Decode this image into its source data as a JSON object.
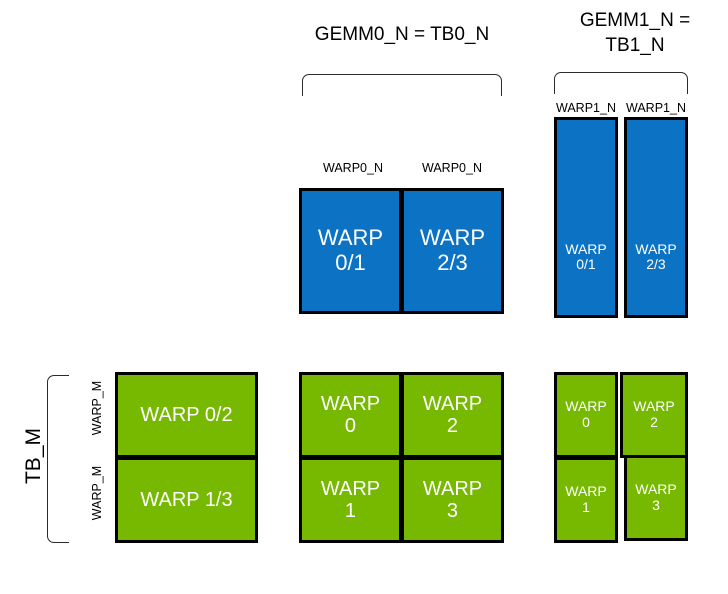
{
  "diagram": {
    "title_gemm0": "GEMM0_N = TB0_N",
    "title_gemm1": "GEMM1_N =\nTB1_N",
    "tb_m_label": "TB_M",
    "colors": {
      "blue": "#0b72c4",
      "green": "#76b900",
      "border": "#000000",
      "bracket": "#2b2b2b",
      "text_on_cell": "#ffffff",
      "background": "#ffffff"
    },
    "captions": {
      "warp0_n_left": "WARP0_N",
      "warp0_n_right": "WARP0_N",
      "warp1_n_left": "WARP1_N",
      "warp1_n_right": "WARP1_N",
      "warp_m_top": "WARP_M",
      "warp_m_bottom": "WARP_M"
    },
    "blue_group_middle": {
      "cells": [
        {
          "label": "WARP\n0/1"
        },
        {
          "label": "WARP\n2/3"
        }
      ]
    },
    "blue_group_right": {
      "cells": [
        {
          "label": "WARP\n0/1"
        },
        {
          "label": "WARP\n2/3"
        }
      ]
    },
    "green_group_left": {
      "cells": [
        {
          "label": "WARP 0/2"
        },
        {
          "label": "WARP 1/3"
        }
      ]
    },
    "green_group_middle": {
      "cells": [
        {
          "label": "WARP\n0"
        },
        {
          "label": "WARP\n2"
        },
        {
          "label": "WARP\n1"
        },
        {
          "label": "WARP\n3"
        }
      ]
    },
    "green_group_right": {
      "cells": [
        {
          "label": "WARP\n0"
        },
        {
          "label": "WARP\n2"
        },
        {
          "label": "WARP\n1"
        },
        {
          "label": "WARP\n3"
        }
      ]
    }
  }
}
